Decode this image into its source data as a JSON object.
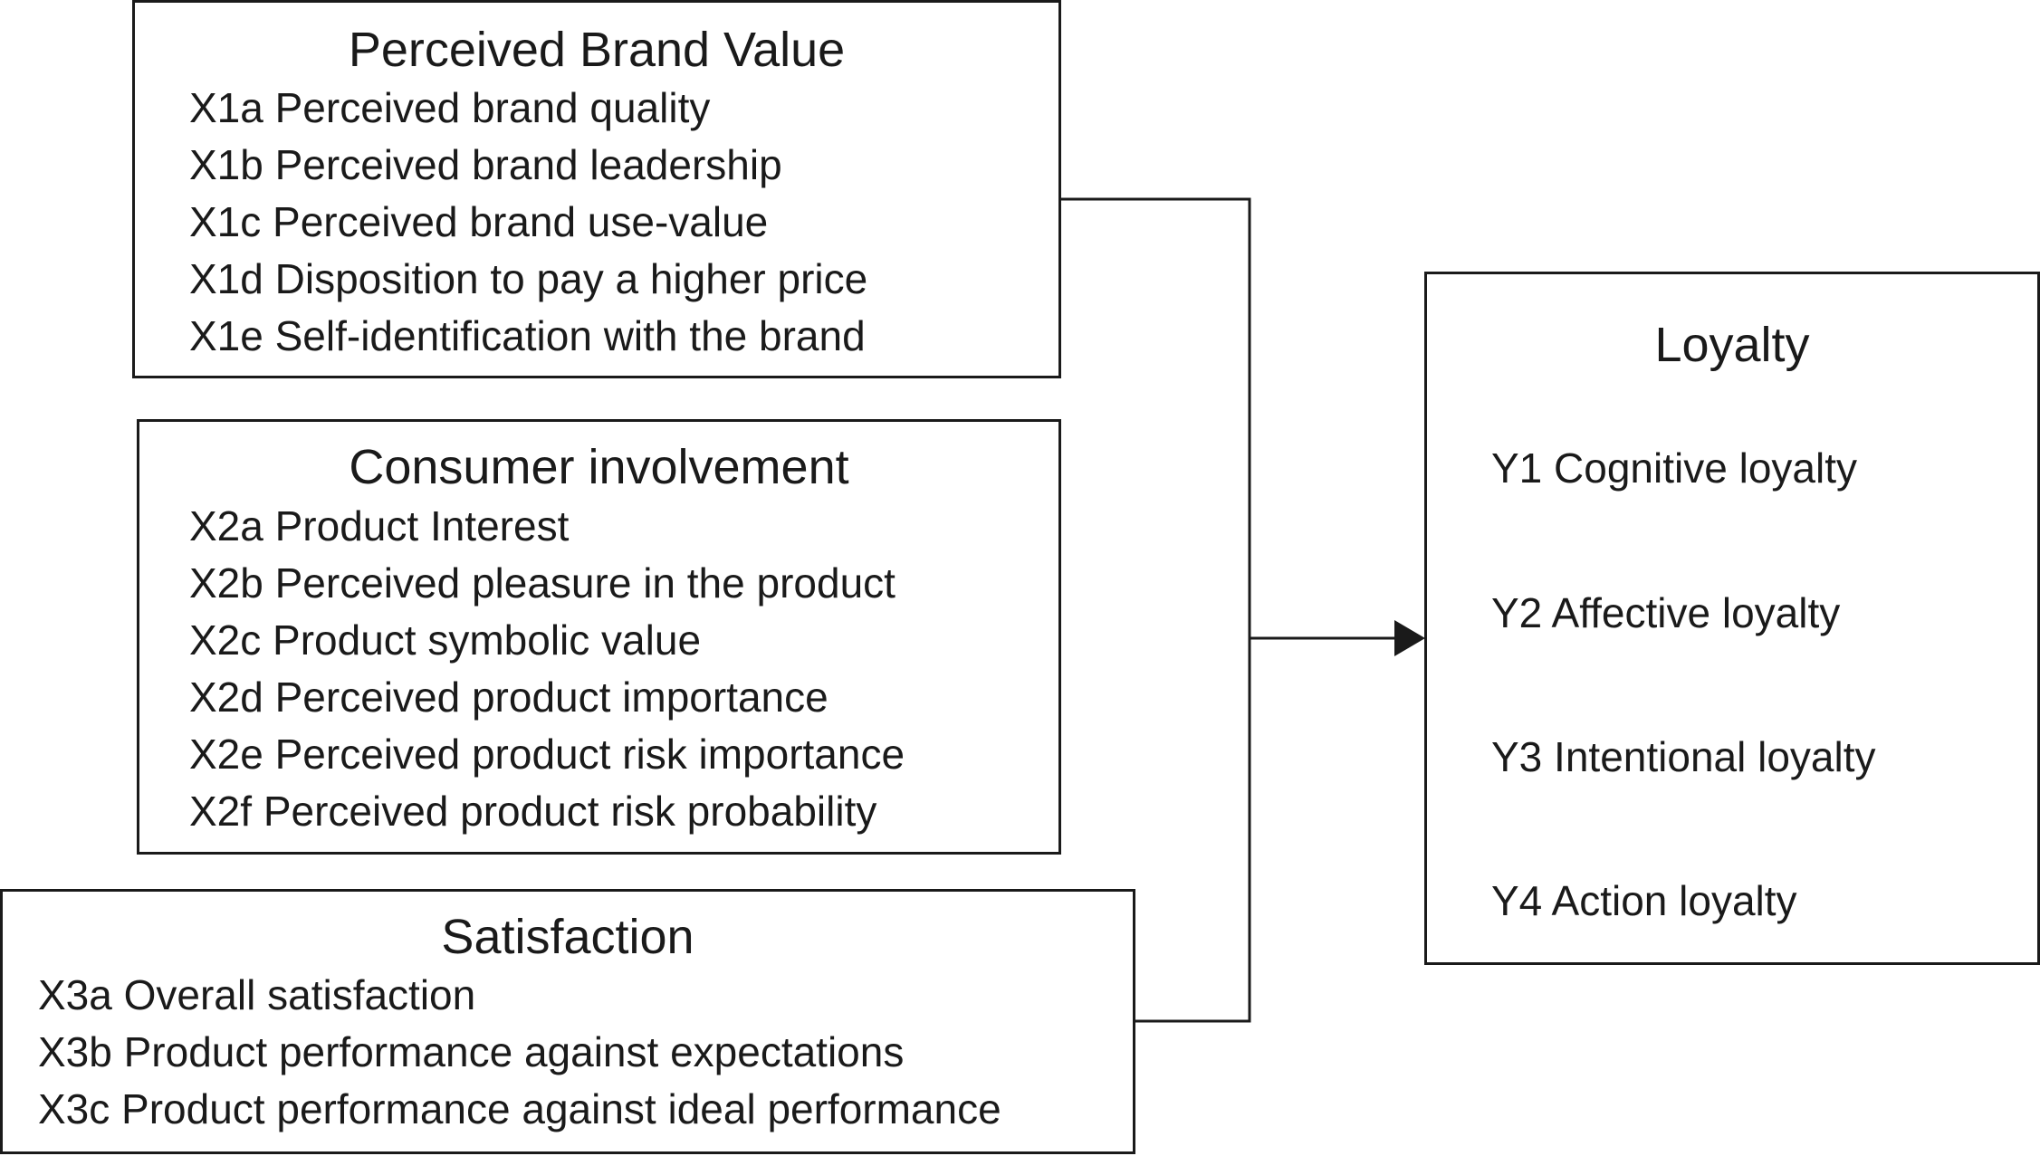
{
  "perceived_brand_value": {
    "title": "Perceived Brand Value",
    "items": [
      "X1a Perceived brand quality",
      "X1b Perceived brand leadership",
      "X1c Perceived brand use-value",
      "X1d Disposition to pay a higher price",
      "X1e Self-identification with the brand"
    ]
  },
  "consumer_involvement": {
    "title": "Consumer involvement",
    "items": [
      "X2a Product Interest",
      "X2b Perceived pleasure in the product",
      "X2c Product symbolic value",
      "X2d Perceived product importance",
      "X2e Perceived product risk importance",
      "X2f Perceived product risk probability"
    ]
  },
  "satisfaction": {
    "title": "Satisfaction",
    "items": [
      "X3a Overall satisfaction",
      "X3b Product performance against expectations",
      "X3c Product performance against ideal performance"
    ]
  },
  "loyalty": {
    "title": "Loyalty",
    "items": [
      "Y1 Cognitive loyalty",
      "Y2 Affective loyalty",
      "Y3 Intentional loyalty",
      "Y4 Action loyalty"
    ]
  },
  "colors": {
    "line": "#1a1a1a",
    "background": "#ffffff"
  }
}
